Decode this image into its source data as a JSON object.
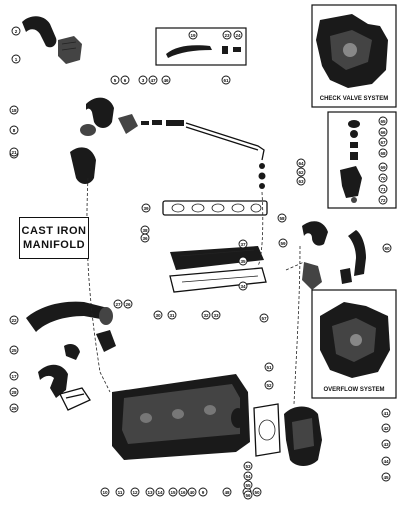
{
  "diagram_title_lines": [
    "CAST IRON",
    "MANIFOLD"
  ],
  "insets": {
    "check_valve_caption": "CHECK VALVE SYSTEM",
    "overflow_caption": "OVERFLOW SYSTEM"
  },
  "callouts": [
    "2",
    "1",
    "19",
    "23",
    "24",
    "5",
    "6",
    "3",
    "47",
    "46",
    "61",
    "18",
    "8",
    "20",
    "21",
    "65",
    "66",
    "67",
    "68",
    "69",
    "70",
    "71",
    "72",
    "64",
    "62",
    "63",
    "39",
    "38",
    "36",
    "37",
    "35",
    "34",
    "11",
    "12",
    "13",
    "14",
    "15",
    "16",
    "40",
    "10",
    "9",
    "22",
    "25",
    "27",
    "26",
    "17",
    "28",
    "29",
    "30",
    "31",
    "32",
    "33",
    "48",
    "49",
    "50",
    "51",
    "52",
    "41",
    "42",
    "43",
    "44",
    "45",
    "53",
    "54",
    "55",
    "56",
    "57",
    "58",
    "59",
    "60"
  ]
}
